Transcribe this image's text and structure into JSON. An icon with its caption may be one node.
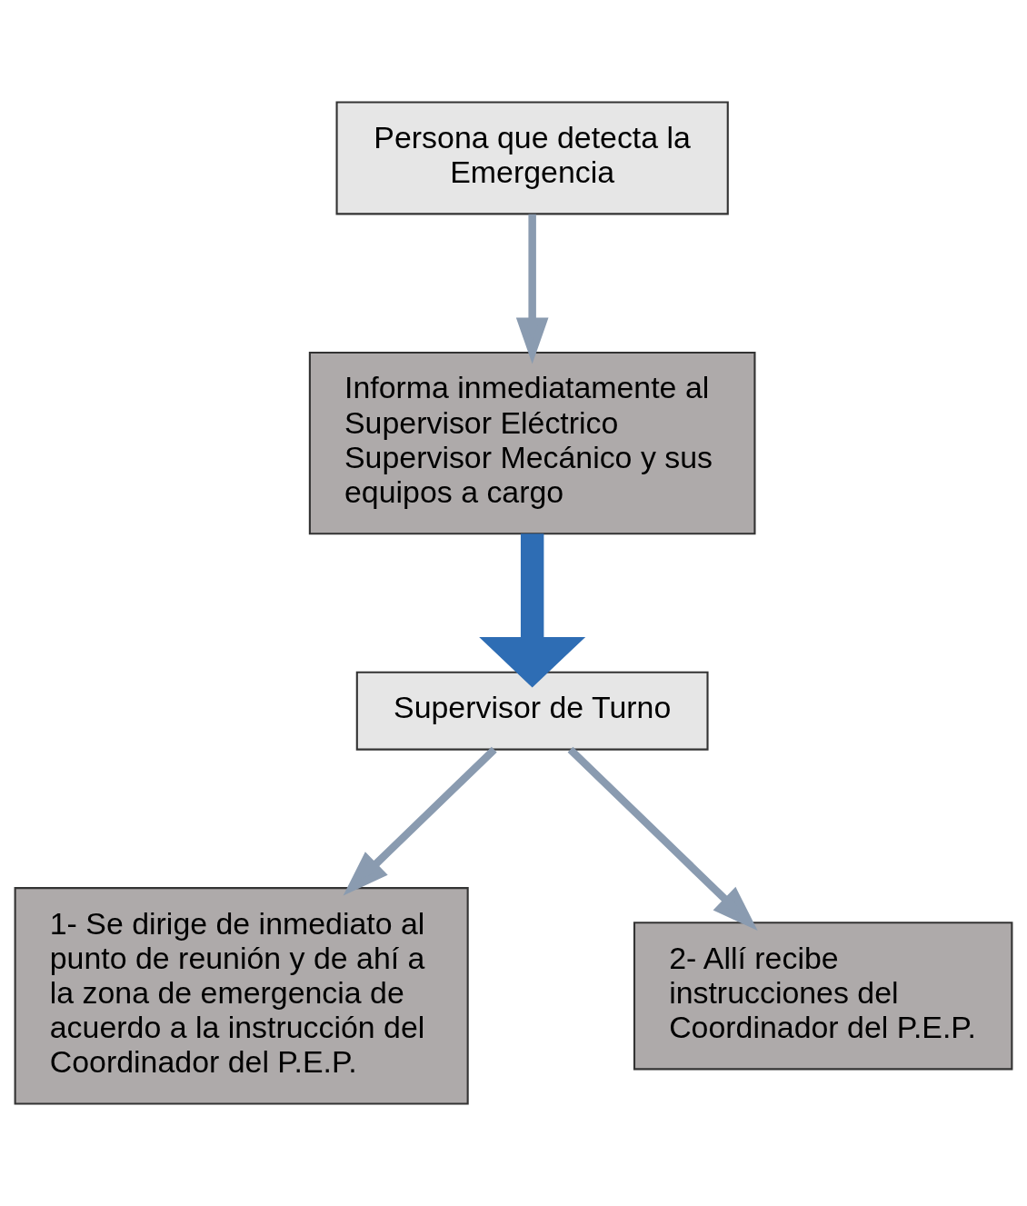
{
  "diagram": {
    "nodes": [
      {
        "text": [
          "Persona que detecta la Emergencia"
        ]
      },
      {
        "text": [
          "Informa inmediatamente al Supervisor Eléctrico Supervisor Mecánico y sus equipos a cargo"
        ]
      },
      {
        "text": [
          "Supervisor de Turno"
        ]
      },
      {
        "text": [
          "1- Se dirige de inmediato al punto de reunión y de ahí a la zona de emergencia de acuerdo a la instrucción del Coordinador del P.E.P."
        ]
      },
      {
        "text": [
          "2- Allí recibe instrucciones del Coordinador del P.E.P."
        ]
      }
    ],
    "edges": [
      {
        "from": 0,
        "to": 1,
        "arrow": "to"
      },
      {
        "from": 1,
        "to": 2,
        "arrow": "to",
        "style": "thick",
        "color": "#2e6db4"
      },
      {
        "from": 2,
        "to": 3,
        "arrow": "to"
      },
      {
        "from": 2,
        "to": 4,
        "arrow": "to"
      }
    ]
  }
}
